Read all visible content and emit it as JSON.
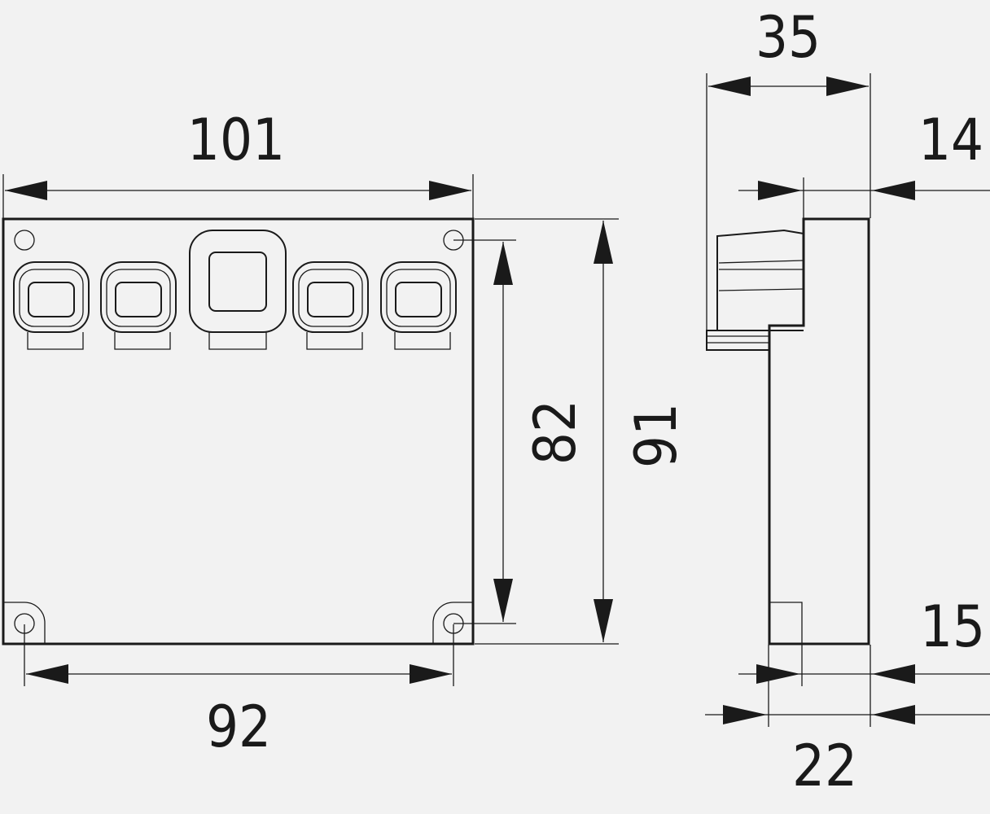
{
  "background_color": "#f2f2f2",
  "line_color": "#1a1a1a",
  "dimensions": {
    "width_total": "101",
    "hole_spacing_horizontal": "92",
    "hole_spacing_vertical": "82",
    "height_total": "91",
    "depth_total": "35",
    "top_step_depth": "14",
    "bottom_step_depth": "15",
    "base_depth": "22"
  },
  "front_view": {
    "connector_count": 5,
    "mounting_hole_count": 4
  }
}
